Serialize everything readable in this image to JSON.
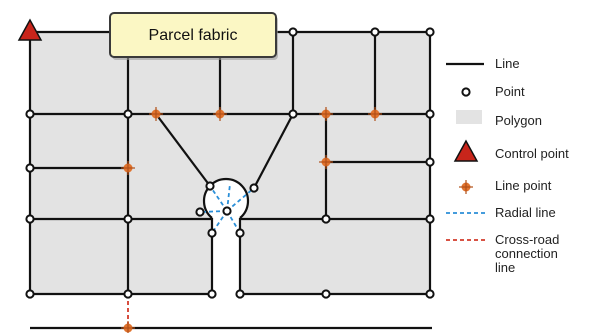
{
  "title": "Parcel fabric",
  "legend": {
    "line": "Line",
    "point": "Point",
    "polygon": "Polygon",
    "control_point": "Control point",
    "line_point": "Line point",
    "radial_line": "Radial line",
    "cross_road_line1": "Cross-road",
    "cross_road_line2": "connection",
    "cross_road_line3": "line"
  },
  "colors": {
    "parcel_fill": "#e3e3e3",
    "line": "#111111",
    "control_point": "#c8251b",
    "line_point": "#e0732e",
    "radial_line": "#2b8fd8",
    "cross_road_line": "#d33a2a",
    "title_fill": "#fbf7c4"
  },
  "icons": {
    "control_point": "red-triangle-icon",
    "point": "circle-point-icon",
    "line_point": "orange-crosshair-icon"
  }
}
